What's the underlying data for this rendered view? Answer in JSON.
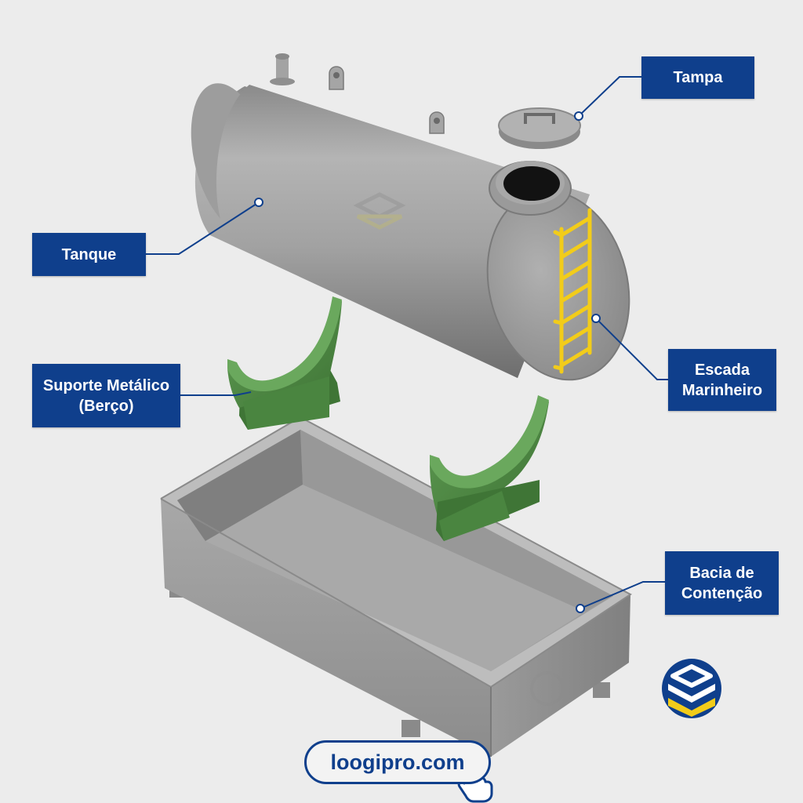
{
  "labels": {
    "tampa": "Tampa",
    "tanque": "Tanque",
    "escada_line1": "Escada",
    "escada_line2": "Marinheiro",
    "suporte_line1": "Suporte Metálico",
    "suporte_line2": "(Berço)",
    "bacia_line1": "Bacia de",
    "bacia_line2": "Contenção"
  },
  "brand": {
    "url": "loogipro.com"
  },
  "icons": {
    "logo": "loogipro-cube-logo-icon",
    "pointer": "hand-pointer-icon"
  },
  "colors": {
    "label_bg": "#0f3f8c",
    "label_text": "#ffffff",
    "leader_line": "#0f3f8c",
    "steel": "#9a9a9a",
    "support": "#4f8b45",
    "ladder": "#f2cc1a",
    "background": "#ececec"
  }
}
